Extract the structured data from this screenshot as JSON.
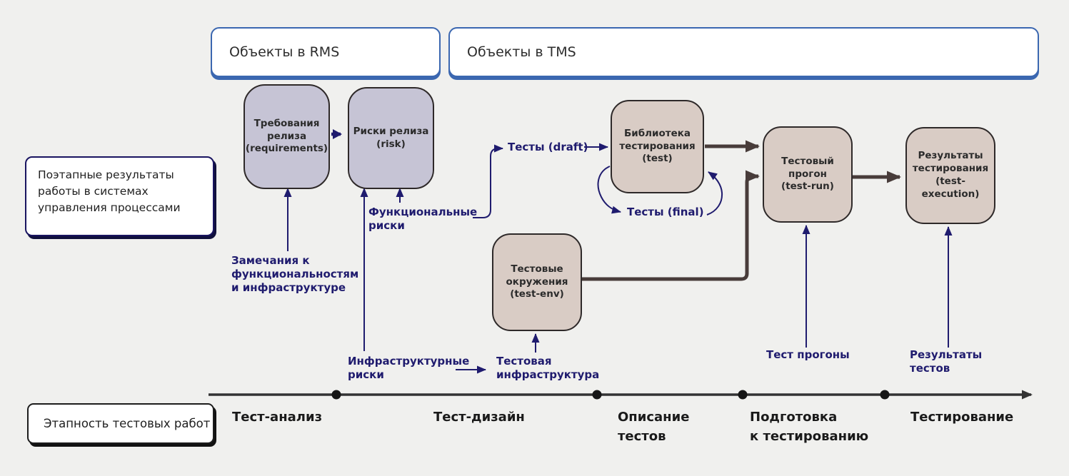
{
  "headers": {
    "rms": {
      "label": "Объекты в RMS"
    },
    "tms": {
      "label": "Объекты в TMS"
    }
  },
  "notes": {
    "process_results": "Поэтапные результаты работы в системах управления процессами",
    "stage_note": "Этапность тестовых работ"
  },
  "nodes": {
    "requirements": {
      "title": "Требования релиза",
      "code": "(requirements)"
    },
    "risk": {
      "title": "Риски релиза",
      "code": "(risk)"
    },
    "test_library": {
      "title": "Библиотека тестирования",
      "code": "(test)"
    },
    "test_run": {
      "title": "Тестовый прогон",
      "code": "(test-run)"
    },
    "test_execution": {
      "title": "Результаты тестирования",
      "code": "(test-execution)"
    },
    "test_env": {
      "title": "Тестовые окружения",
      "code": "(test-env)"
    }
  },
  "labels": {
    "tests_draft": "Тесты (draft)",
    "tests_final": "Тесты (final)",
    "functional_risks": "Функциональные риски",
    "remarks": "Замечания к функциональностям и инфраструктуре",
    "infra_risks": "Инфраструктурные риски",
    "test_infrastructure": "Тестовая инфраструктура",
    "test_runs": "Тест прогоны",
    "test_results": "Результаты тестов"
  },
  "timeline": {
    "stages": [
      {
        "label": "Тест-анализ"
      },
      {
        "label": "Тест-дизайн"
      },
      {
        "label": "Описание тестов"
      },
      {
        "label": "Подготовка к тестированию"
      },
      {
        "label": "Тестирование"
      }
    ]
  },
  "colors": {
    "background": "#f0f0ee",
    "rms_node_fill": "#c6c4d5",
    "tms_node_fill": "#d9ccc5",
    "node_border": "#2e2929",
    "navy_accent": "#1f1b6e",
    "brown_arrow": "#483c3a",
    "header_border_blue": "#3b67b0",
    "timeline_dark": "#333333"
  }
}
